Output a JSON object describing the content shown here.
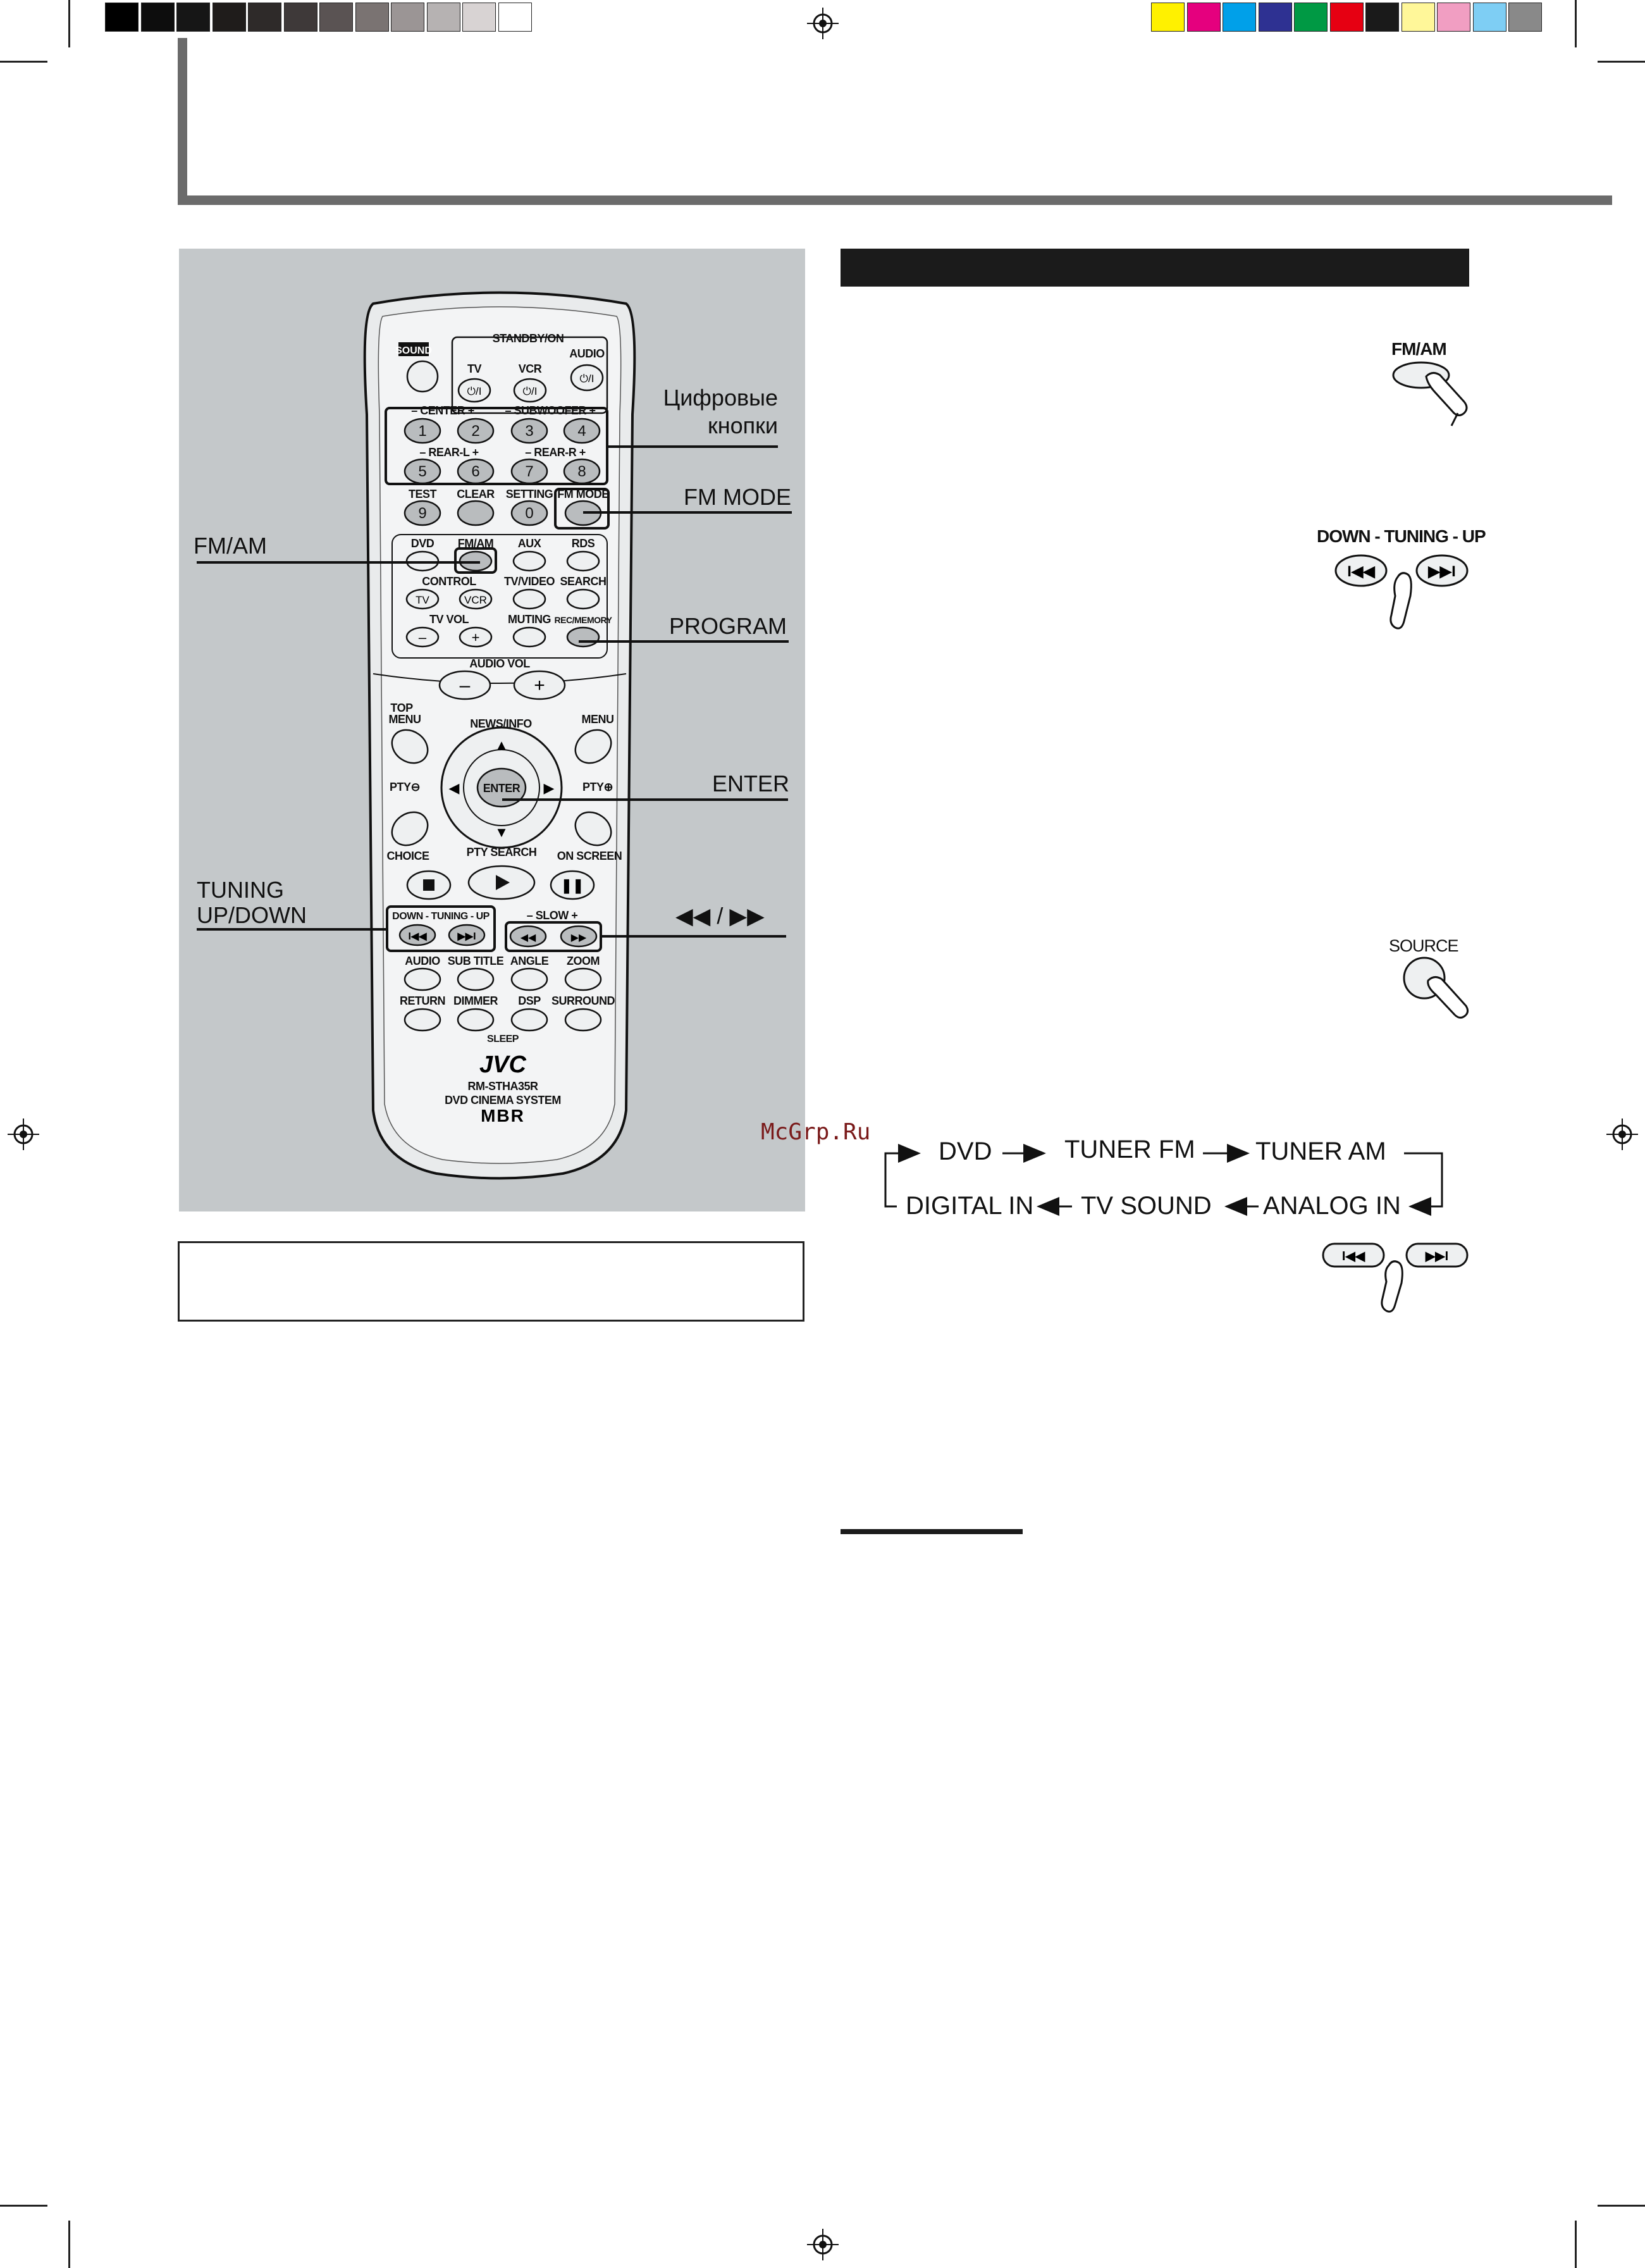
{
  "color_bar_left": [
    "#000000",
    "#0d0d0d",
    "#161616",
    "#1f1c1b",
    "#2e2a29",
    "#3e3939",
    "#5a5353",
    "#7a7372",
    "#9b9595",
    "#b6b2b2",
    "#d8d3d3",
    "#ffffff"
  ],
  "color_bar_right": [
    "#fff100",
    "#e5007e",
    "#00a0e9",
    "#2e3192",
    "#009944",
    "#e60012",
    "#1a1a1a",
    "#fff799",
    "#f19ec2",
    "#7ecef4",
    "#898989"
  ],
  "remote": {
    "brand": "JVC",
    "model": "RM-STHA35R",
    "system": "DVD CINEMA SYSTEM",
    "mbr": "MBR",
    "sound": "SOUND",
    "standby": "STANDBY/ON",
    "audio_top": "AUDIO",
    "tv": "TV",
    "vcr": "VCR",
    "power": "⏻/I",
    "center": "– CENTER +",
    "subwoofer": "– SUBWOOFER +",
    "rear_l": "– REAR-L +",
    "rear_r": "– REAR-R +",
    "n1": "1",
    "n2": "2",
    "n3": "3",
    "n4": "4",
    "n5": "5",
    "n6": "6",
    "n7": "7",
    "n8": "8",
    "test": "TEST",
    "clear": "CLEAR",
    "setting": "SETTING",
    "fm_mode": "FM MODE",
    "n9": "9",
    "n0": "0",
    "dvd": "DVD",
    "fmam": "FM/AM",
    "aux": "AUX",
    "rds": "RDS",
    "control": "CONTROL",
    "tv_small": "TV",
    "vcr_small": "VCR",
    "tvvideo": "TV/VIDEO",
    "search": "SEARCH",
    "tvvol": "TV VOL",
    "minus": "–",
    "plus": "+",
    "muting": "MUTING",
    "recmemory": "REC/MEMORY",
    "audio_vol": "AUDIO VOL",
    "top_menu": "TOP MENU",
    "top": "TOP",
    "menu_left": "MENU",
    "menu": "MENU",
    "news_info": "NEWS/INFO",
    "pty_minus": "PTY⊖",
    "pty_plus": "PTY⊕",
    "enter": "ENTER",
    "choice": "CHOICE",
    "pty_search": "PTY SEARCH",
    "on_screen": "ON SCREEN",
    "tuning": "DOWN - TUNING - UP",
    "slow": "– SLOW +",
    "audio": "AUDIO",
    "subtitle": "SUB TITLE",
    "angle": "ANGLE",
    "zoom": "ZOOM",
    "return": "RETURN",
    "dimmer": "DIMMER",
    "dsp": "DSP",
    "surround": "SURROUND",
    "sleep": "SLEEP"
  },
  "callouts": {
    "digit_buttons_line1": "Цифровые",
    "digit_buttons_line2": "кнопки",
    "fm_mode": "FM MODE",
    "fm_am": "FM/AM",
    "program": "PROGRAM",
    "enter": "ENTER",
    "tuning_line1": "TUNING",
    "tuning_line2": "UP/DOWN",
    "rew_ff": "◀◀  /  ▶▶"
  },
  "right_column": {
    "fmam_label": "FM/AM",
    "tuning_label": "DOWN - TUNING - UP",
    "source_label": "SOURCE",
    "watermark": "McGrp.Ru"
  },
  "source_flow": {
    "row1": [
      "DVD",
      "TUNER FM",
      "TUNER AM"
    ],
    "row2": [
      "DIGITAL IN",
      "TV SOUND",
      "ANALOG IN"
    ]
  }
}
